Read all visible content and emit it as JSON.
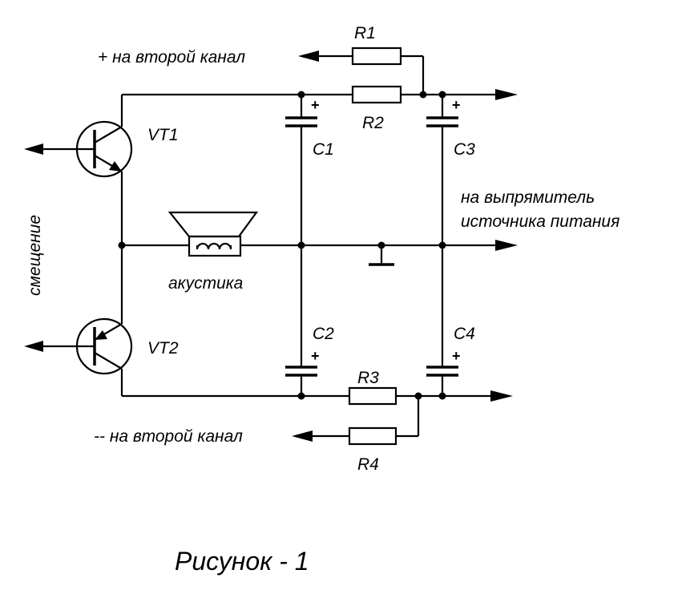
{
  "labels": {
    "r1": "R1",
    "r2": "R2",
    "r3": "R3",
    "r4": "R4",
    "c1": "C1",
    "c2": "C2",
    "c3": "C3",
    "c4": "C4",
    "vt1": "VT1",
    "vt2": "VT2",
    "plus_channel": "+ на второй канал",
    "minus_channel": "-- на второй канал",
    "rectifier_line1": "на выпрямитель",
    "rectifier_line2": "источника питания",
    "bias": "смещение",
    "speaker": "акустика",
    "plus_sign": "+",
    "caption": "Рисунок - 1"
  }
}
